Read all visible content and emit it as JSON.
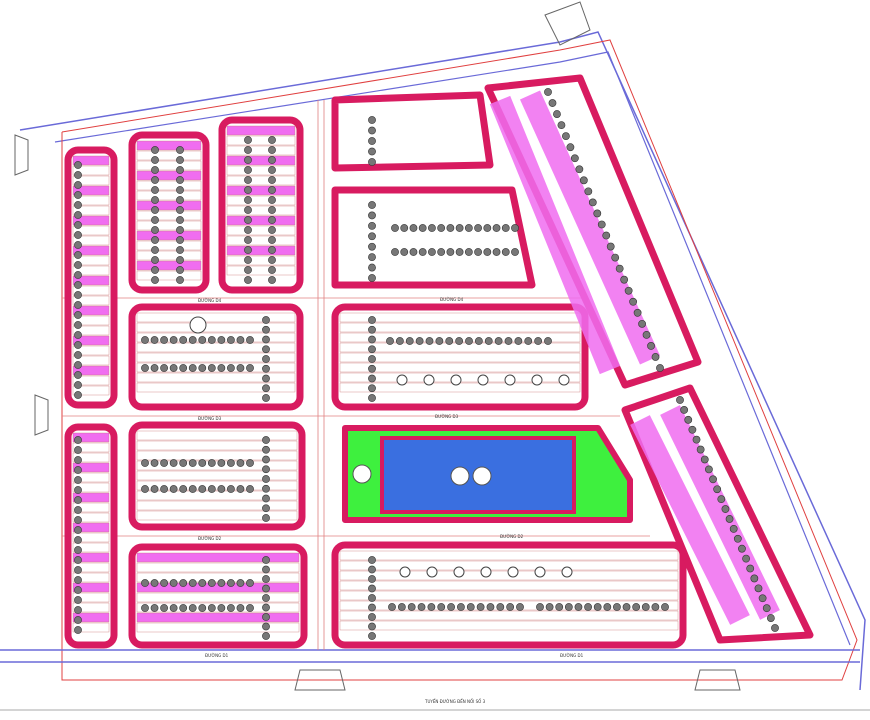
{
  "colors": {
    "block_border": "#d81b60",
    "lot_pink": "#f06df0",
    "park_green": "#3ef03e",
    "pool_blue": "#3a6fe0",
    "road_line": "#4a4ad8",
    "boundary_red": "#e04040",
    "tree": "#555555"
  },
  "road_labels": {
    "d4": "ĐƯỜNG D4",
    "d3": "ĐƯỜNG D3",
    "d2": "ĐƯỜNG D2",
    "d1": "ĐƯỜNG D1",
    "bottom": "TUYẾN ĐƯỜNG ĐẾN NỐI SỐ 3"
  }
}
